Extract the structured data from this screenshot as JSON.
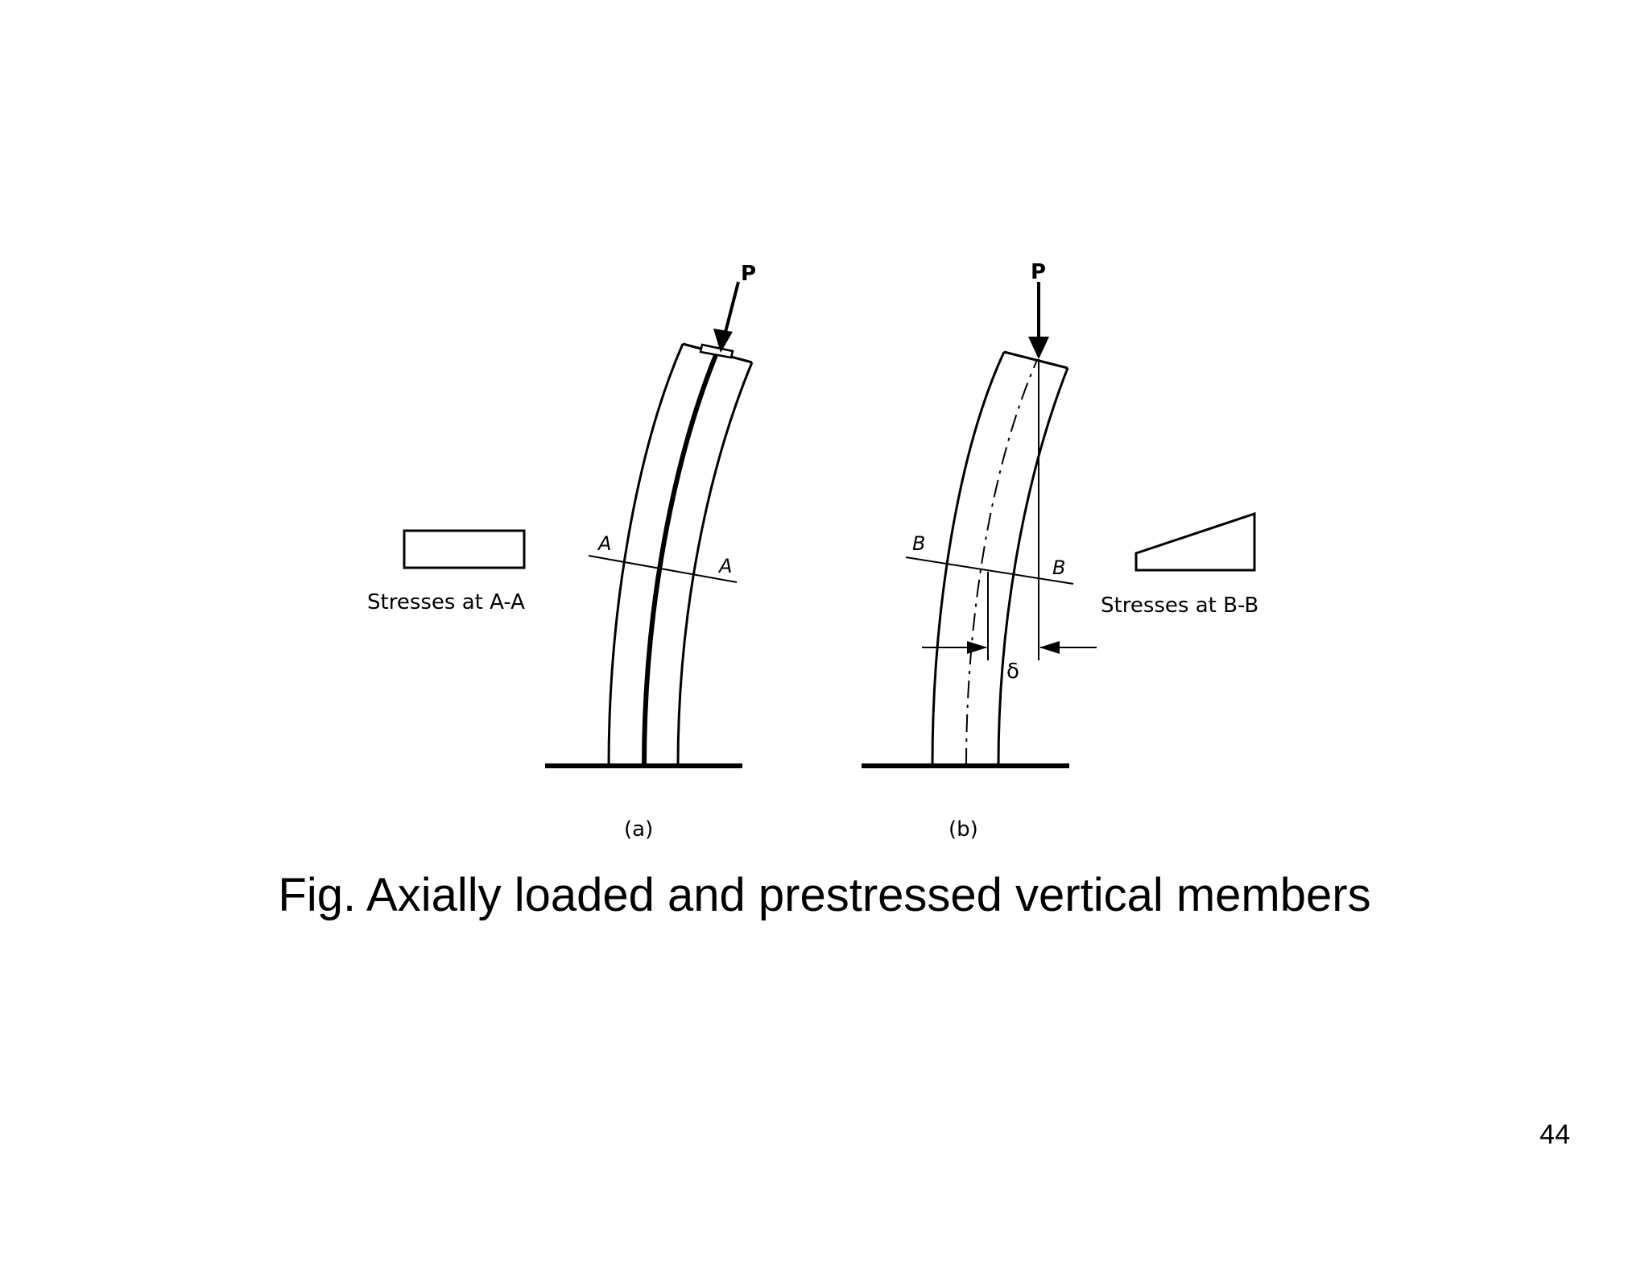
{
  "slide": {
    "caption": "Fig. Axially loaded and prestressed vertical members",
    "page_number": "44"
  },
  "diagram": {
    "panel_a": {
      "load_label": "P",
      "section_label_left": "A",
      "section_label_right": "A",
      "stress_label": "Stresses at A-A",
      "sub_label": "(a)"
    },
    "panel_b": {
      "load_label": "P",
      "section_label_left": "B",
      "section_label_right": "B",
      "stress_label": "Stresses at B-B",
      "deflection_label": "δ",
      "sub_label": "(b)"
    }
  }
}
